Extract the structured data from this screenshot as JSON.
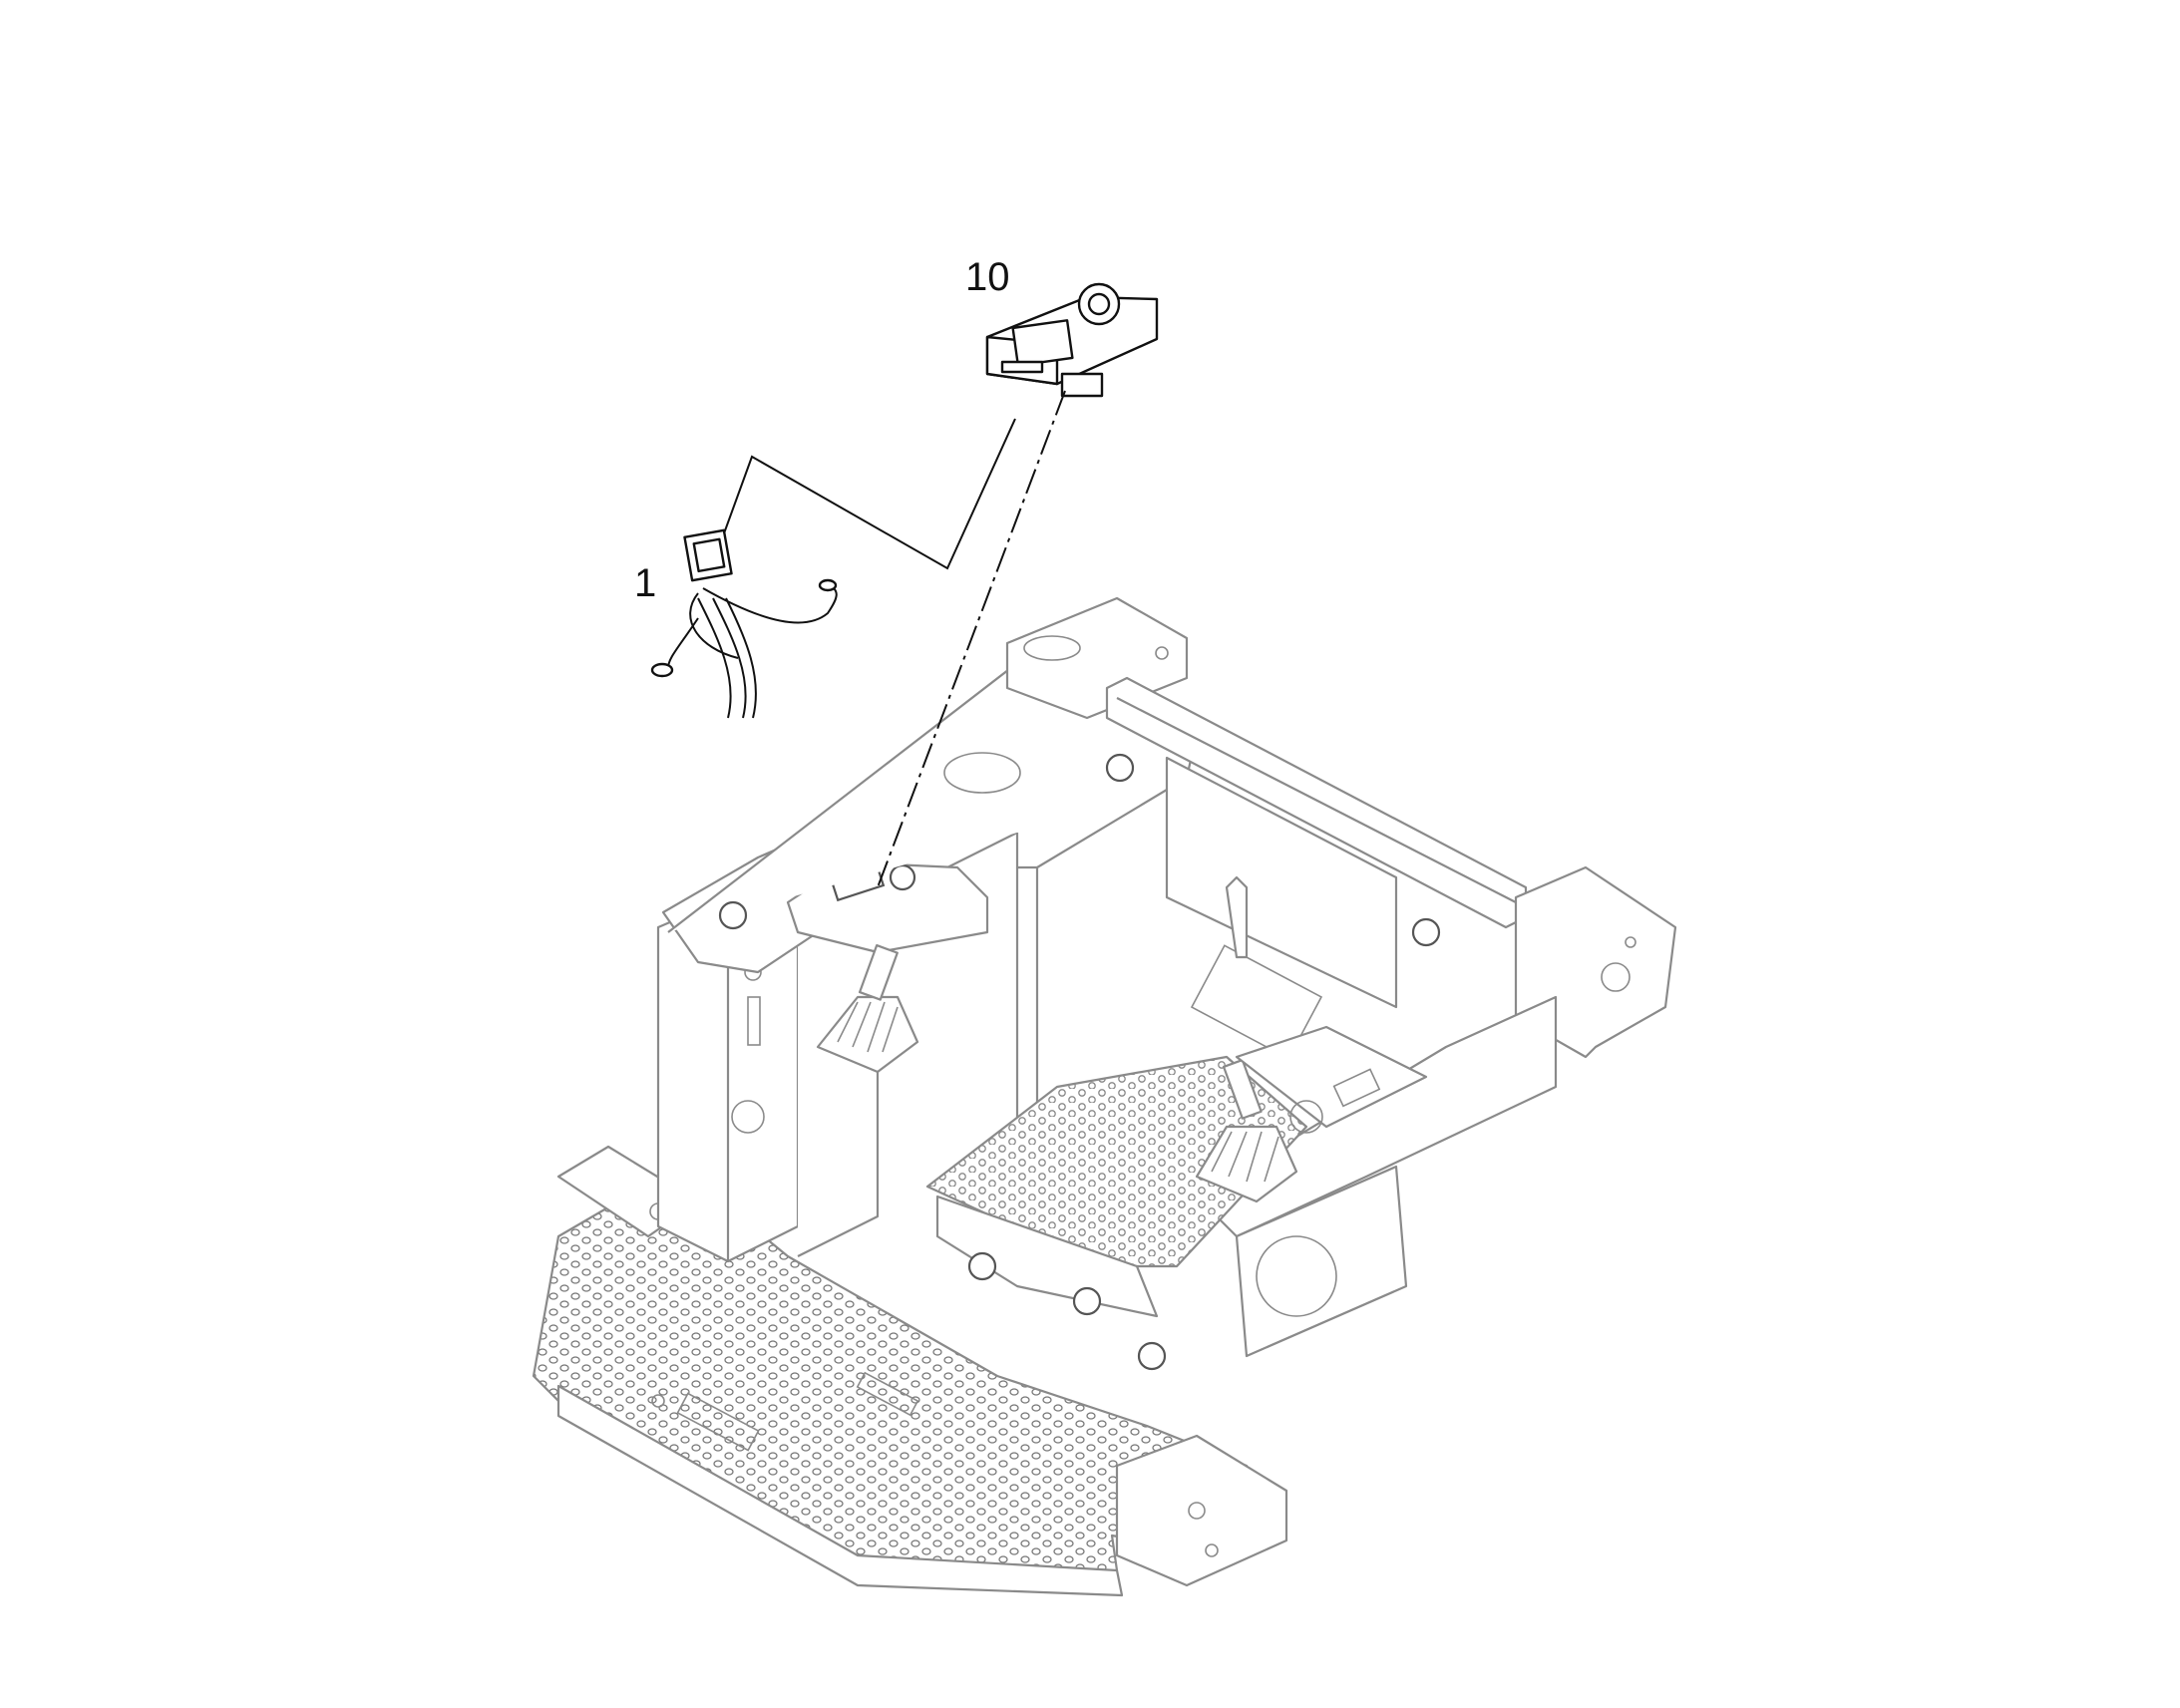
{
  "callouts": [
    {
      "id": "10",
      "label": "10"
    },
    {
      "id": "1",
      "label": "1"
    }
  ],
  "parts": [
    {
      "callout": "10",
      "icon": "control-panel-icon"
    },
    {
      "callout": "1",
      "icon": "wiring-harness-icon"
    }
  ],
  "colors": {
    "part_line": "#111111",
    "frame_line": "#8a8a8a",
    "background": "#ffffff"
  }
}
